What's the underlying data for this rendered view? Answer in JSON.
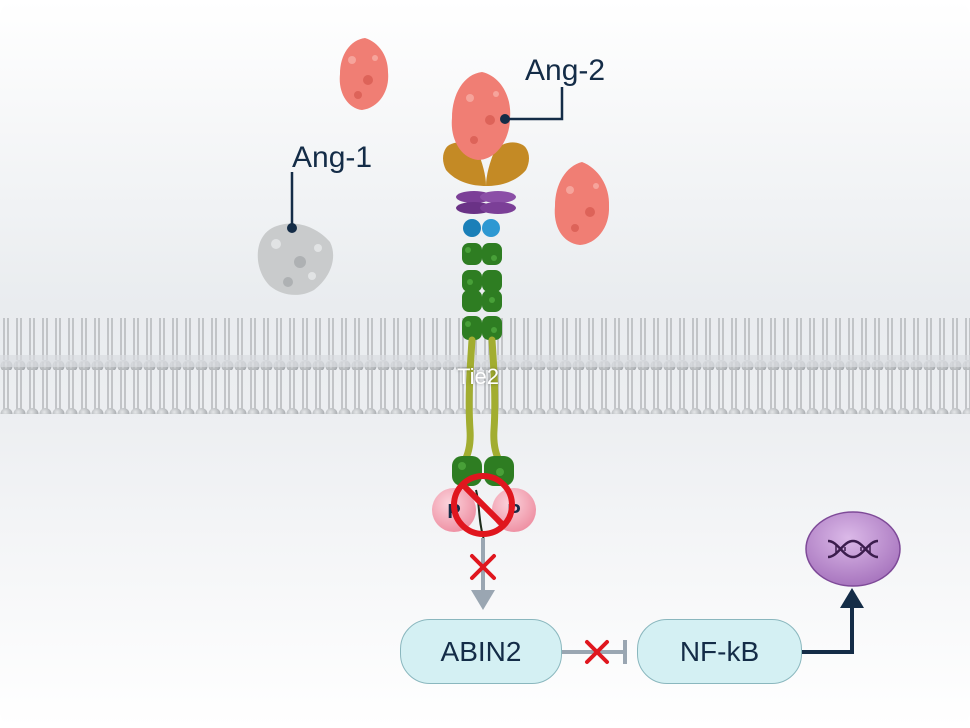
{
  "labels": {
    "ang2": "Ang-2",
    "ang1": "Ang-1",
    "receptor": "Tie2",
    "phospho_left": "P",
    "phospho_right": "P"
  },
  "nodes": {
    "abin2": "ABIN2",
    "nfkb": "NF-kB"
  },
  "icons": {
    "nucleus": "dna-icon",
    "block_x": "red-x-icon",
    "prohibit": "no-symbol-icon"
  },
  "colors": {
    "ang2_protein": "#f07e74",
    "ang1_protein": "#c9cbcc",
    "node_fill": "#d4f0f3",
    "node_border": "#8ab7be",
    "nucleus": "#b284c6",
    "inhibit_red": "#e0161e",
    "arrow_dark": "#142c47",
    "arrow_gray": "#9aa6b2",
    "phospho_pink": "#f4a7b6",
    "tie2_green": "#2e7d22",
    "tie2_stalk": "#a2ad30",
    "ig_domain_brown": "#c48a25",
    "egf_purple": "#7b3f97",
    "fn_blue": "#1a7fb8"
  }
}
